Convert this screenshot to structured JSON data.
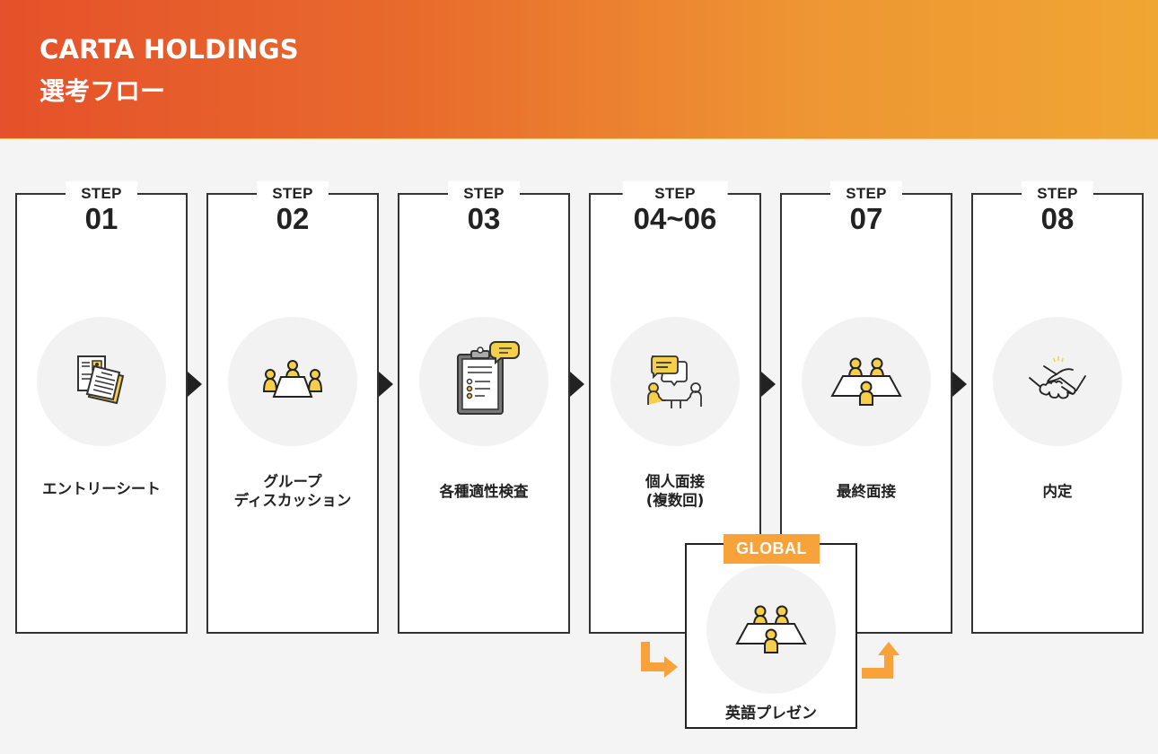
{
  "header": {
    "company": "CARTA HOLDINGS",
    "title": "選考フロー",
    "gradient_colors": [
      "#e5512a",
      "#f0a633"
    ]
  },
  "colors": {
    "accent": "#f7a23a",
    "icon_yellow": "#f5cf4a",
    "border": "#333333",
    "circle_bg": "#f2f2f2",
    "page_bg": "#f4f4f4"
  },
  "steps": [
    {
      "step_label": "STEP",
      "number": "01",
      "label": "エントリーシート",
      "icon": "documents-icon"
    },
    {
      "step_label": "STEP",
      "number": "02",
      "label": "グループ\nディスカッション",
      "label_line1": "グループ",
      "label_line2": "ディスカッション",
      "icon": "group-discussion-icon"
    },
    {
      "step_label": "STEP",
      "number": "03",
      "label": "各種適性検査",
      "icon": "clipboard-test-icon"
    },
    {
      "step_label": "STEP",
      "number": "04~06",
      "label": "個人面接\n(複数回)",
      "label_line1": "個人面接",
      "label_line2": "(複数回)",
      "icon": "interview-icon"
    },
    {
      "step_label": "STEP",
      "number": "07",
      "label": "最終面接",
      "icon": "panel-interview-icon"
    },
    {
      "step_label": "STEP",
      "number": "08",
      "label": "内定",
      "icon": "handshake-icon"
    }
  ],
  "global_branch": {
    "tag": "GLOBAL",
    "label": "英語プレゼン",
    "icon": "panel-interview-icon"
  }
}
